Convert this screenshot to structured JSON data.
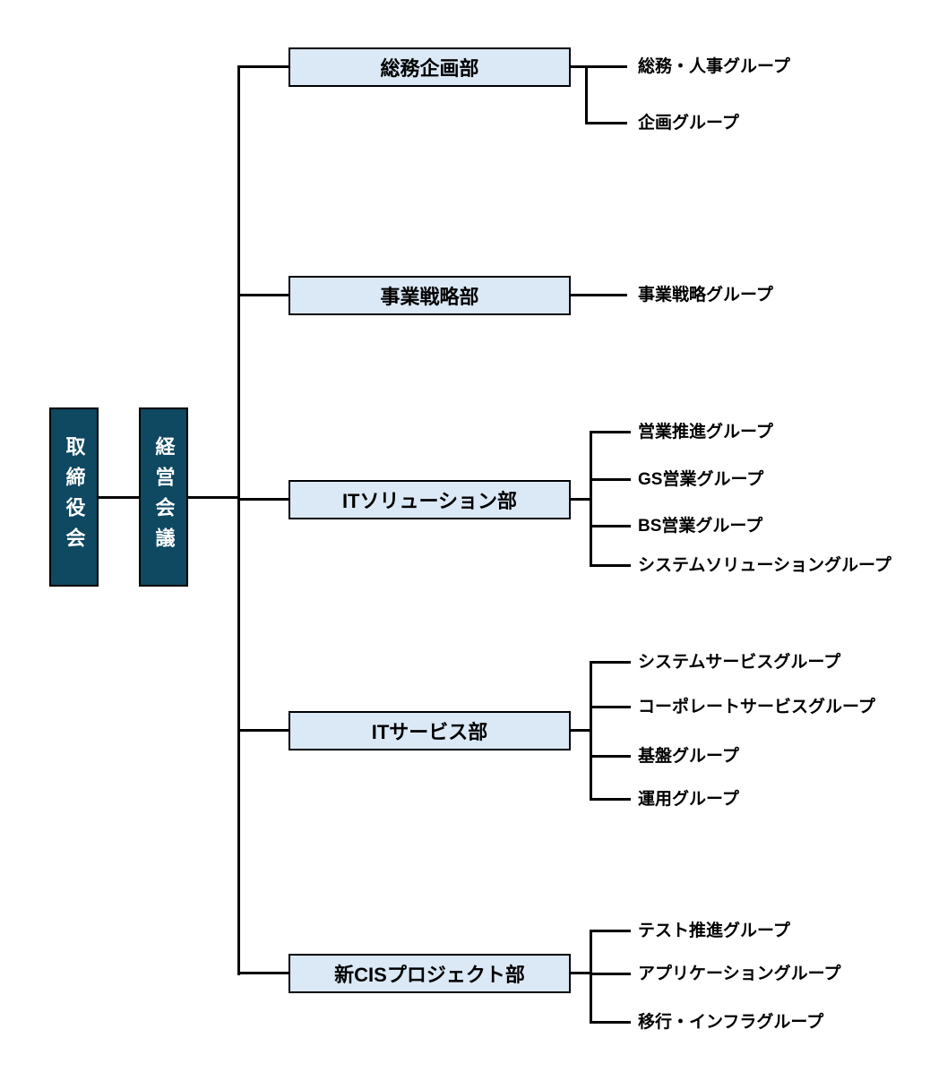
{
  "diagram": {
    "board": {
      "label": "取締役会"
    },
    "executive_committee": {
      "label": "経営会議"
    },
    "departments": [
      {
        "name": "総務企画部",
        "groups": [
          "総務・人事グループ",
          "企画グループ"
        ]
      },
      {
        "name": "事業戦略部",
        "groups": [
          "事業戦略グループ"
        ]
      },
      {
        "name": "ITソリューション部",
        "groups": [
          "営業推進グループ",
          "GS営業グループ",
          "BS営業グループ",
          "システムソリューショングループ"
        ]
      },
      {
        "name": "ITサービス部",
        "groups": [
          "システムサービスグループ",
          "コーポレートサービスグループ",
          "基盤グループ",
          "運用グループ"
        ]
      },
      {
        "name": "新CISプロジェクト部",
        "groups": [
          "テスト推進グループ",
          "アプリケーショングループ",
          "移行・インフラグループ"
        ]
      }
    ],
    "colors": {
      "executive_box_fill": "#0E4861",
      "executive_box_text": "#FFFFFF",
      "department_box_fill": "#DBE8F5",
      "box_border": "#000000",
      "line": "#000000",
      "background": "#FFFFFF"
    }
  }
}
